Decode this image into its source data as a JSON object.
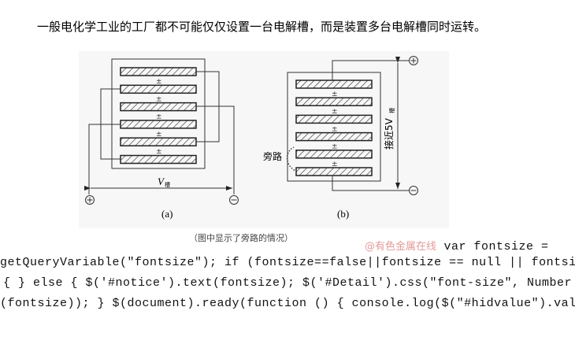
{
  "heading": "一般电化学工业的工厂都不可能仅仅设置一台电解槽，而是装置多台电解槽同时运转。",
  "figure": {
    "a": {
      "label": "(a)",
      "voltage_label": "V",
      "voltage_sub": "槽",
      "plus": "+",
      "minus": "−"
    },
    "b": {
      "label": "(b)",
      "voltage_label": "接近5V",
      "voltage_sub": "槽",
      "bypass_label": "旁路",
      "plus": "+",
      "minus": "−"
    },
    "caption": "（图中显示了旁路的情况）",
    "watermark": "@有色金属在线"
  },
  "code": {
    "line1": "var fontsize =",
    "line2": "getQueryVariable(\"fontsize\"); if (fontsize==false||fontsize == null || fontsize == \"\")",
    "line3": "{ } else { $('#notice').text(fontsize); $('#Detail').css(\"font-size\", Number",
    "line4": "(fontsize)); } $(document).ready(function () { console.log($(\"#hidvalue\").val()) });"
  }
}
